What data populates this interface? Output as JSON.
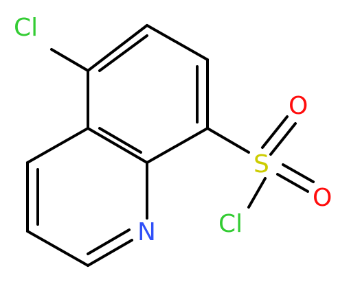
{
  "molecule": {
    "atoms": {
      "cl_top": {
        "text": "Cl",
        "color": "#33cc33"
      },
      "nitrogen": {
        "text": "N",
        "color": "#3050f8"
      },
      "sulfur": {
        "text": "S",
        "color": "#cccc00"
      },
      "oxygen_top": {
        "text": "O",
        "color": "#ff0d0d"
      },
      "oxygen_bottom": {
        "text": "O",
        "color": "#ff0d0d"
      },
      "cl_sulfonyl": {
        "text": "Cl",
        "color": "#33cc33"
      }
    },
    "bond_color": "#000000"
  }
}
